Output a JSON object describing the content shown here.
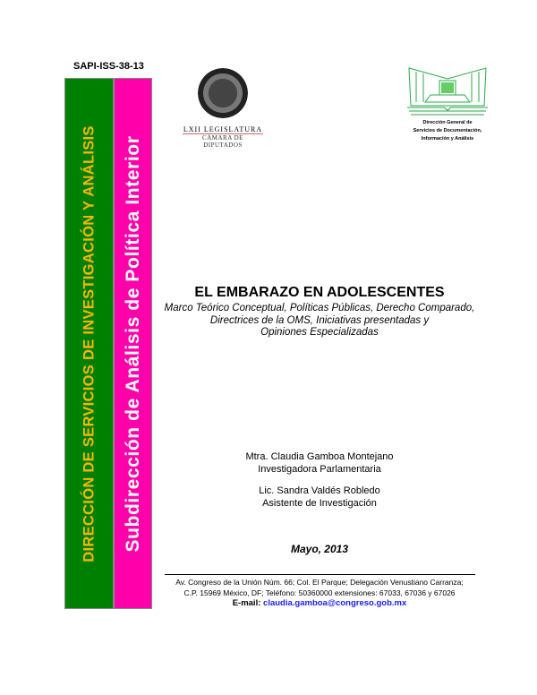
{
  "document_code": "SAPI-ISS-38-13",
  "side_bars": {
    "green_text": "DIRECCIÓN DE SERVICIOS DE INVESTIGACIÓN Y ANÁLISIS",
    "pink_text": "Subdirección de Análisis de Política Interior",
    "green_color": "#008000",
    "pink_color": "#ff00aa"
  },
  "logo_left": {
    "line1": "LXII LEGISLATURA",
    "line2": "CÁMARA DE DIPUTADOS"
  },
  "logo_right": {
    "caption_lines": [
      "Dirección General de",
      "Servicios de Documentación,",
      "Información y Análisis"
    ]
  },
  "title": "EL EMBARAZO EN ADOLESCENTES",
  "subtitle_lines": [
    "Marco Teórico Conceptual, Políticas Públicas, Derecho Comparado,",
    "Directrices de la OMS, Iniciativas presentadas y",
    "Opiniones Especializadas"
  ],
  "authors": [
    {
      "name": "Mtra. Claudia Gamboa Montejano",
      "role": "Investigadora Parlamentaria"
    },
    {
      "name": "Lic. Sandra Valdés Robledo",
      "role": "Asistente de Investigación"
    }
  ],
  "date": "Mayo, 2013",
  "footer": {
    "line1": "Av. Congreso de la Unión Núm. 66; Col. El Parque; Delegación Venustiano Carranza;",
    "line2": "C.P. 15969 México, DF; Teléfono: 50360000 extensiones: 67033, 67036 y 67026",
    "email_label": "E-mail:",
    "email": "claudia.gamboa@congreso.gob.mx"
  }
}
